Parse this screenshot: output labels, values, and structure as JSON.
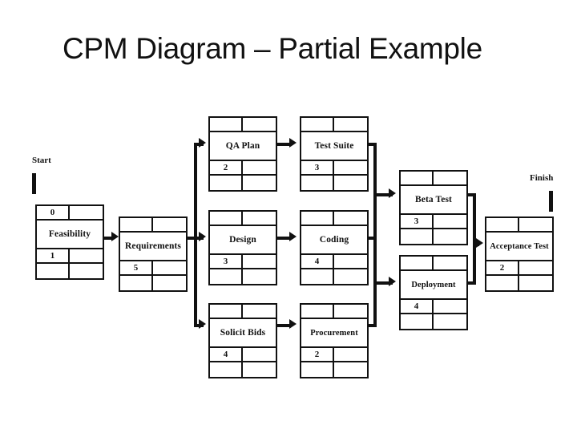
{
  "title": "CPM Diagram – Partial Example",
  "markers": {
    "start_label": "Start",
    "finish_label": "Finish"
  },
  "chart_data": {
    "type": "diagram",
    "diagram_kind": "CPM / Precedence network (activity-on-node)",
    "title": "CPM Diagram – Partial Example",
    "node_template": {
      "row1": [
        "early_start",
        "early_finish"
      ],
      "row2": [
        "activity_name"
      ],
      "row3": [
        "duration",
        "slack"
      ],
      "row4": [
        "late_start",
        "late_finish"
      ]
    },
    "nodes": [
      {
        "id": "feasibility",
        "name": "Feasibility",
        "early_start": "0",
        "early_finish": "",
        "duration": "1",
        "slack": "",
        "late_start": "",
        "late_finish": ""
      },
      {
        "id": "requirements",
        "name": "Requirements",
        "early_start": "",
        "early_finish": "",
        "duration": "5",
        "slack": "",
        "late_start": "",
        "late_finish": ""
      },
      {
        "id": "qa-plan",
        "name": "QA Plan",
        "early_start": "",
        "early_finish": "",
        "duration": "2",
        "slack": "",
        "late_start": "",
        "late_finish": ""
      },
      {
        "id": "design",
        "name": "Design",
        "early_start": "",
        "early_finish": "",
        "duration": "3",
        "slack": "",
        "late_start": "",
        "late_finish": ""
      },
      {
        "id": "solicit-bids",
        "name": "Solicit Bids",
        "early_start": "",
        "early_finish": "",
        "duration": "4",
        "slack": "",
        "late_start": "",
        "late_finish": ""
      },
      {
        "id": "test-suite",
        "name": "Test Suite",
        "early_start": "",
        "early_finish": "",
        "duration": "3",
        "slack": "",
        "late_start": "",
        "late_finish": ""
      },
      {
        "id": "coding",
        "name": "Coding",
        "early_start": "",
        "early_finish": "",
        "duration": "4",
        "slack": "",
        "late_start": "",
        "late_finish": ""
      },
      {
        "id": "procurement",
        "name": "Procurement",
        "early_start": "",
        "early_finish": "",
        "duration": "2",
        "slack": "",
        "late_start": "",
        "late_finish": ""
      },
      {
        "id": "beta-test",
        "name": "Beta Test",
        "early_start": "",
        "early_finish": "",
        "duration": "3",
        "slack": "",
        "late_start": "",
        "late_finish": ""
      },
      {
        "id": "deployment",
        "name": "Deployment",
        "early_start": "",
        "early_finish": "",
        "duration": "4",
        "slack": "",
        "late_start": "",
        "late_finish": ""
      },
      {
        "id": "acceptance-test",
        "name": "Acceptance Test",
        "early_start": "",
        "early_finish": "",
        "duration": "2",
        "slack": "",
        "late_start": "",
        "late_finish": ""
      }
    ],
    "edges": [
      {
        "from": "start",
        "to": "feasibility"
      },
      {
        "from": "feasibility",
        "to": "requirements"
      },
      {
        "from": "requirements",
        "to": "qa-plan"
      },
      {
        "from": "requirements",
        "to": "design"
      },
      {
        "from": "requirements",
        "to": "solicit-bids"
      },
      {
        "from": "qa-plan",
        "to": "test-suite"
      },
      {
        "from": "design",
        "to": "coding"
      },
      {
        "from": "solicit-bids",
        "to": "procurement"
      },
      {
        "from": "test-suite",
        "to": "beta-test"
      },
      {
        "from": "test-suite",
        "to": "deployment"
      },
      {
        "from": "coding",
        "to": "beta-test"
      },
      {
        "from": "coding",
        "to": "deployment"
      },
      {
        "from": "procurement",
        "to": "beta-test"
      },
      {
        "from": "procurement",
        "to": "deployment"
      },
      {
        "from": "beta-test",
        "to": "acceptance-test"
      },
      {
        "from": "deployment",
        "to": "acceptance-test"
      },
      {
        "from": "acceptance-test",
        "to": "finish"
      }
    ],
    "colors": {
      "background": "#ffffff",
      "stroke": "#111111",
      "text": "#111111"
    }
  }
}
